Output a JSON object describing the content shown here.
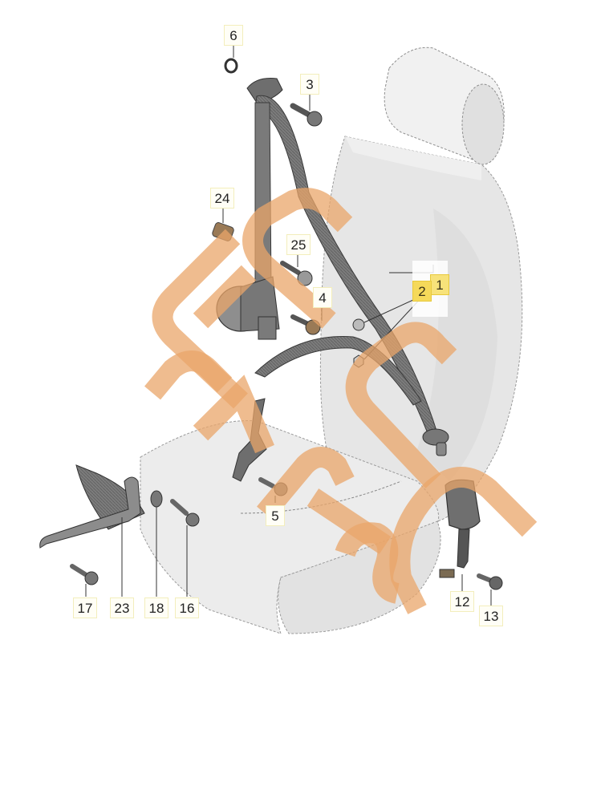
{
  "diagram": {
    "subject": "Front seat belt assembly exploded parts view",
    "watermark": {
      "text_lines": [
        "EPC",
        "PARTS"
      ],
      "color": "#e9a66a",
      "opacity": 0.75
    },
    "colors": {
      "background": "#ffffff",
      "seat_fill": "#e9e9e9",
      "seat_shadow": "#d6d6d6",
      "belt": "#7c7c7c",
      "belt_dark": "#555555",
      "hardware": "#8a8a8a",
      "callout_bg": "#fffef6",
      "callout_highlight": "#f7e27a",
      "leader_line": "#333333"
    },
    "callouts": [
      {
        "id": "6",
        "label": "6"
      },
      {
        "id": "3",
        "label": "3"
      },
      {
        "id": "24",
        "label": "24"
      },
      {
        "id": "25",
        "label": "25"
      },
      {
        "id": "4",
        "label": "4"
      },
      {
        "id": "1",
        "label": "1",
        "highlighted": true
      },
      {
        "id": "2",
        "label": "2",
        "highlighted": true
      },
      {
        "id": "5",
        "label": "5"
      },
      {
        "id": "17",
        "label": "17"
      },
      {
        "id": "23",
        "label": "23"
      },
      {
        "id": "18",
        "label": "18"
      },
      {
        "id": "16",
        "label": "16"
      },
      {
        "id": "12",
        "label": "12"
      },
      {
        "id": "13",
        "label": "13"
      }
    ],
    "parts": [
      {
        "callout": "1",
        "name": "three-point seat belt assembly"
      },
      {
        "callout": "2",
        "name": "belt guide bolt and nut"
      },
      {
        "callout": "3",
        "name": "upper anchor bolt"
      },
      {
        "callout": "4",
        "name": "retractor bolt"
      },
      {
        "callout": "5",
        "name": "belt bracket bolt"
      },
      {
        "callout": "6",
        "name": "spacer ring"
      },
      {
        "callout": "12",
        "name": "buckle nut"
      },
      {
        "callout": "13",
        "name": "buckle bolt"
      },
      {
        "callout": "16",
        "name": "lower anchor bolt"
      },
      {
        "callout": "17",
        "name": "anchor rail bolt"
      },
      {
        "callout": "18",
        "name": "washer"
      },
      {
        "callout": "23",
        "name": "anchor rail"
      },
      {
        "callout": "24",
        "name": "retractor sleeve"
      },
      {
        "callout": "25",
        "name": "retractor upper bolt"
      }
    ]
  }
}
